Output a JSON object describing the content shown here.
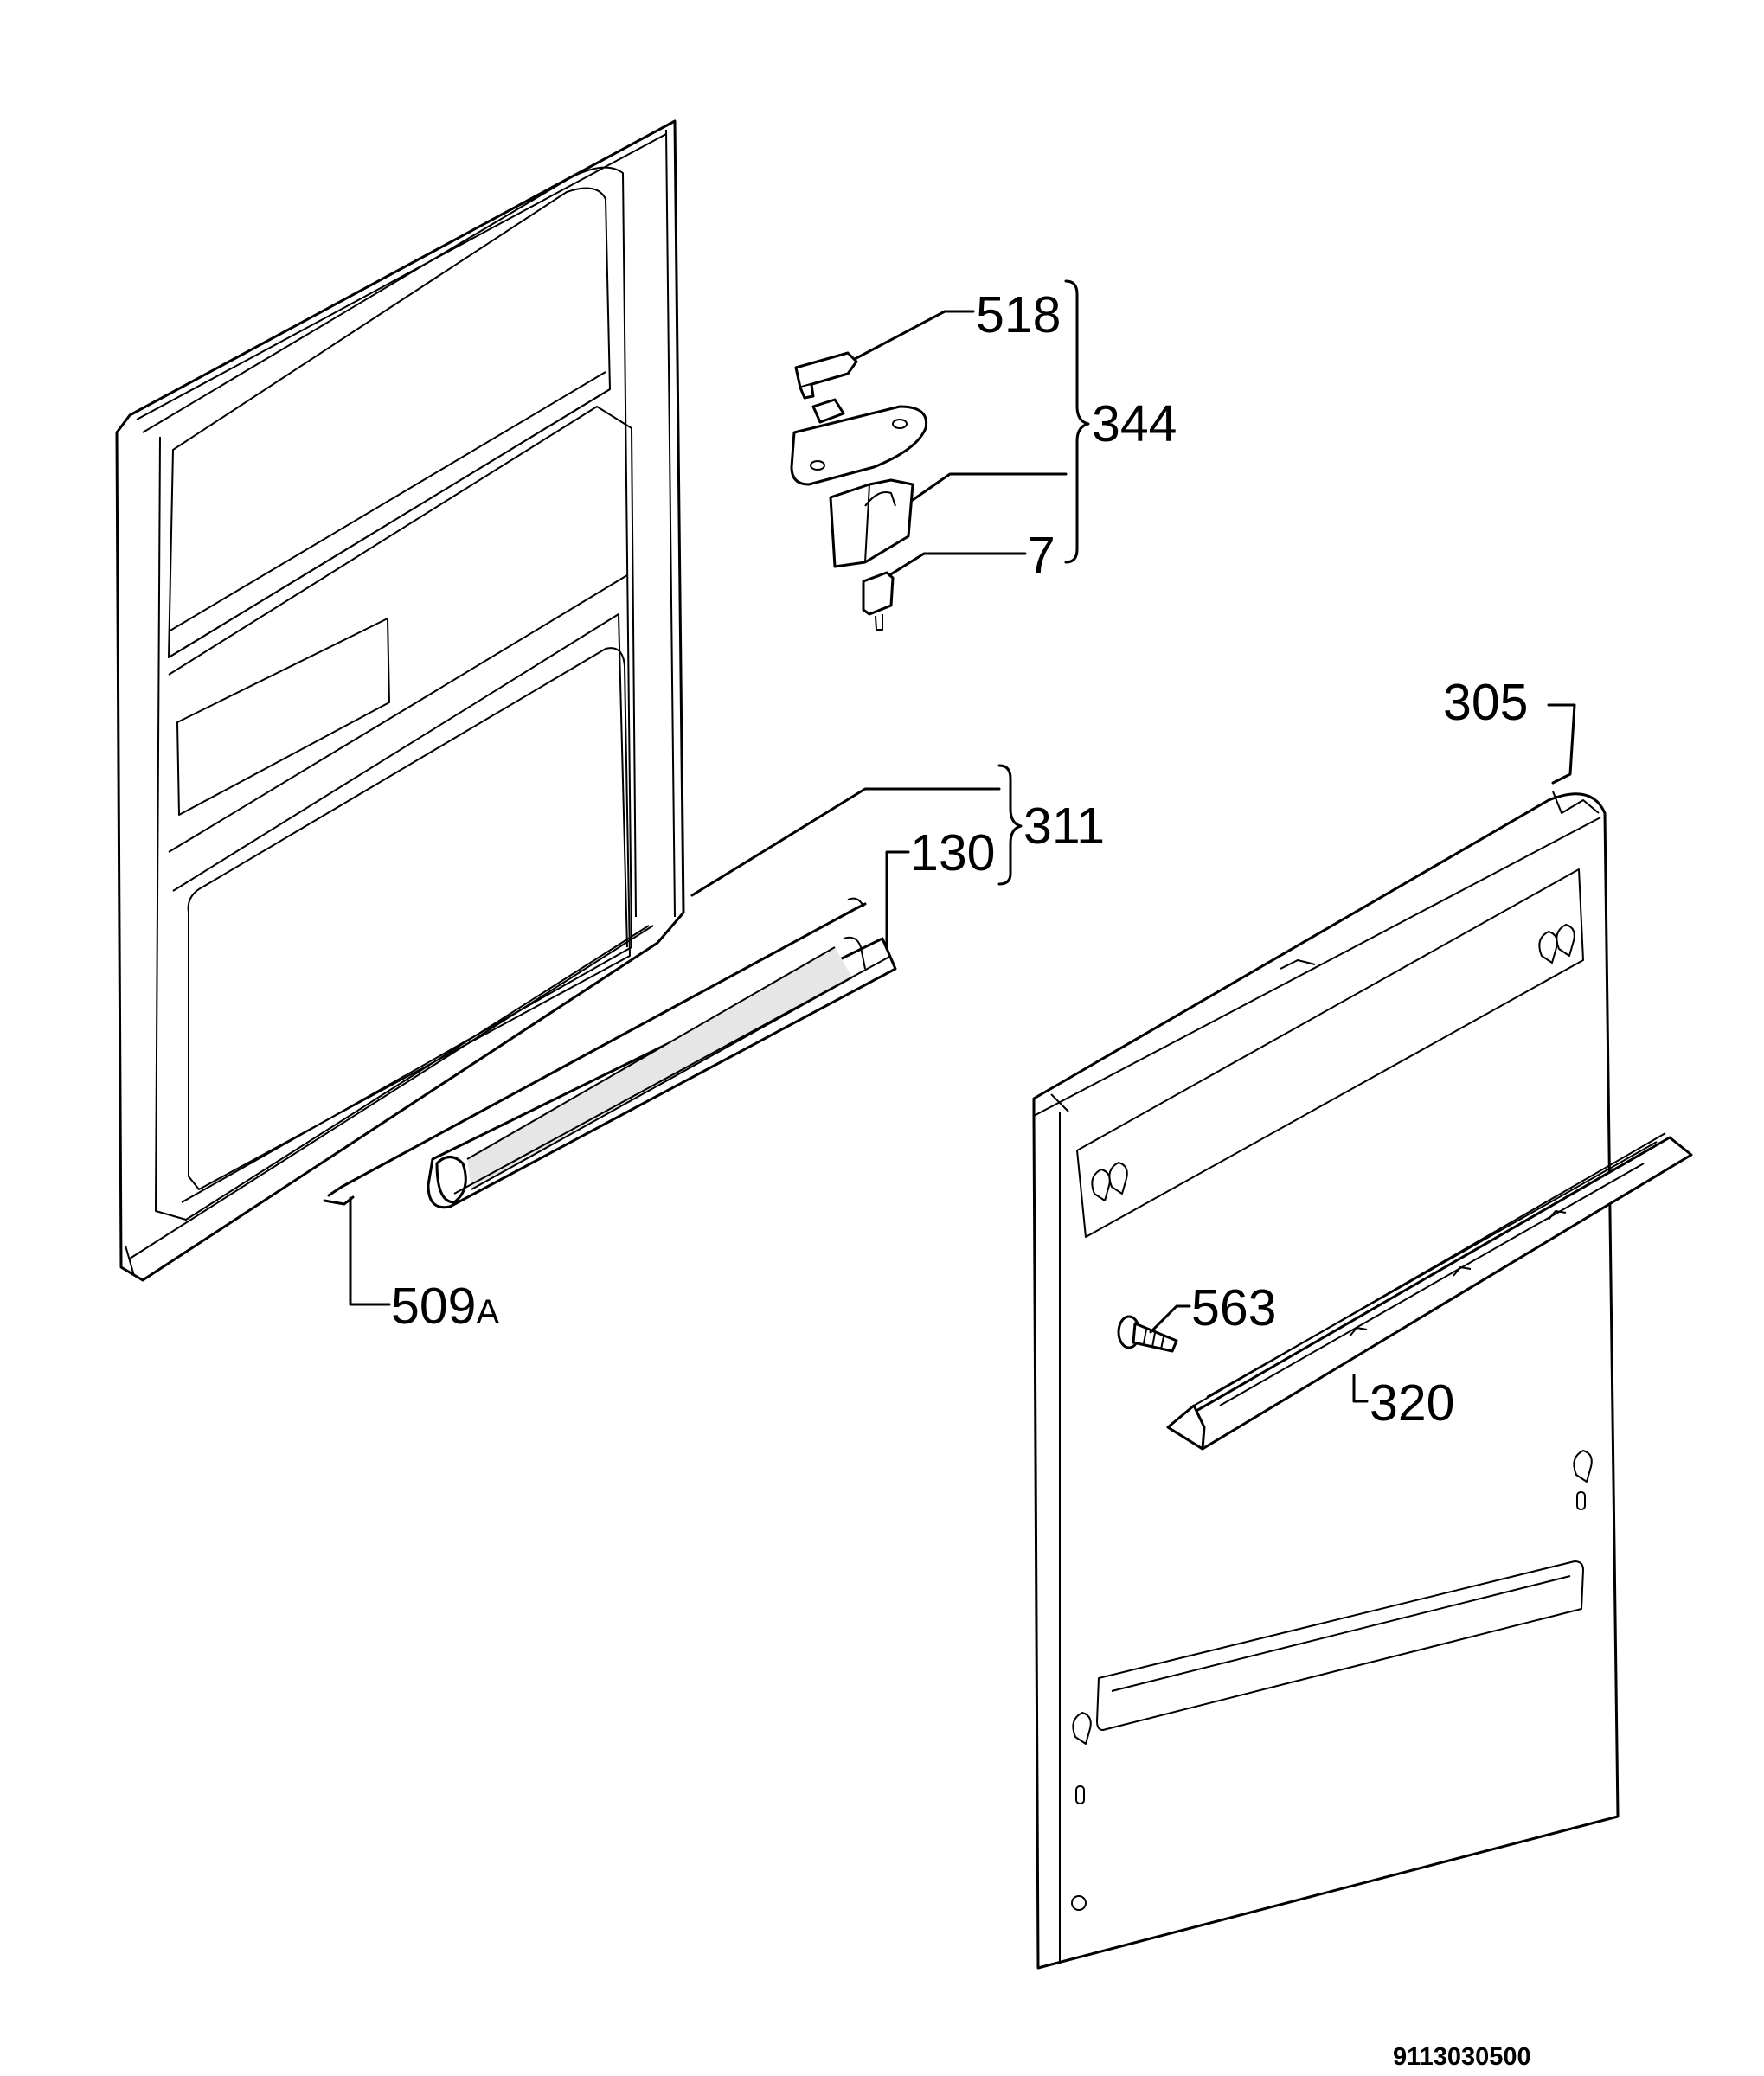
{
  "labels": {
    "p518": "518",
    "p344": "344",
    "p7": "7",
    "p305": "305",
    "p311": "311",
    "p130": "130",
    "p509_num": "509",
    "p509_suffix": "A",
    "p563": "563",
    "p320": "320"
  },
  "doc_number": "9113030500"
}
